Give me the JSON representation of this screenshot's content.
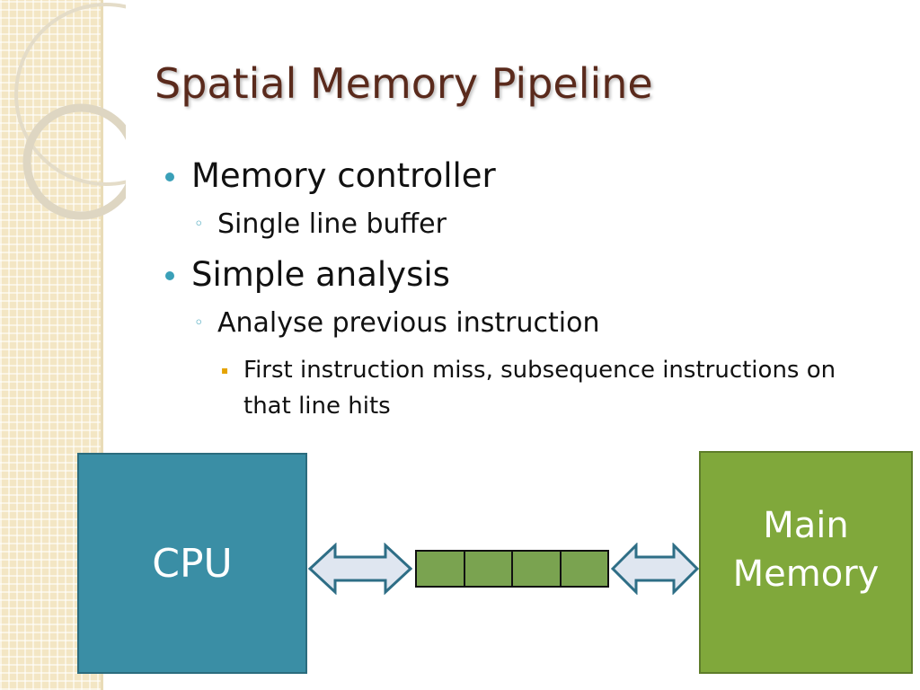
{
  "slide": {
    "title": "Spatial Memory Pipeline",
    "bullets": [
      {
        "text": "Memory controller",
        "children": [
          {
            "text": "Single line buffer"
          }
        ]
      },
      {
        "text": "Simple analysis",
        "children": [
          {
            "text": "Analyse previous instruction",
            "children": [
              {
                "text": "First instruction miss, subsequence instructions on that line hits"
              }
            ]
          }
        ]
      }
    ]
  },
  "diagram": {
    "cpu_label": "CPU",
    "memory_label_line1": "Main",
    "memory_label_line2": "Memory",
    "buffer_cells": 4
  },
  "colors": {
    "title": "#5a2a1c",
    "bullet_marker": "#3aa0b8",
    "cpu_fill": "#3a8ea5",
    "memory_fill": "#80a83b",
    "buffer_fill": "#7aa350",
    "arrow_fill": "#dfe6f0",
    "arrow_stroke": "#2e6e86",
    "sidebar": "#f3e6c4"
  }
}
